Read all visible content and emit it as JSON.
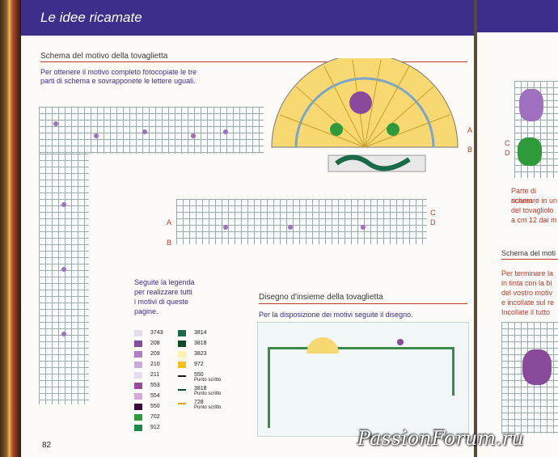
{
  "header": {
    "title": "Le idee ricamate"
  },
  "section1": {
    "title": "Schema del motivo della tovaglietta",
    "intro": [
      "Per ottenere il motivo completo fotocopiate le tre",
      "parti di schema e sovrapponete le lettere uguali."
    ]
  },
  "markers": [
    "A",
    "B",
    "C",
    "D"
  ],
  "legend": {
    "intro": [
      "Seguite la legenda",
      "per realizzare tutti",
      "i motivi di queste",
      "pagine."
    ],
    "left": [
      {
        "code": "3743",
        "color": "#e4dced"
      },
      {
        "code": "208",
        "color": "#8a4a9c"
      },
      {
        "code": "209",
        "color": "#b07cc6"
      },
      {
        "code": "210",
        "color": "#c9a9dc"
      },
      {
        "code": "211",
        "color": "#e6dcf0"
      },
      {
        "code": "553",
        "color": "#9a4a9a"
      },
      {
        "code": "554",
        "color": "#d3a9d9"
      },
      {
        "code": "550",
        "color": "#3a0a3a"
      },
      {
        "code": "702",
        "color": "#2e9a3a"
      },
      {
        "code": "912",
        "color": "#1a8a4a"
      }
    ],
    "right": [
      {
        "code": "3814",
        "color": "#1a6a4a",
        "type": "box"
      },
      {
        "code": "3818",
        "color": "#0f4a2a",
        "type": "box"
      },
      {
        "code": "3823",
        "color": "#fbf3b0",
        "type": "box"
      },
      {
        "code": "972",
        "color": "#f5c020",
        "type": "box"
      },
      {
        "code": "550",
        "color": "#1a1a1a",
        "type": "line",
        "note": "Punto scritto"
      },
      {
        "code": "3818",
        "color": "#0f4a2a",
        "type": "line",
        "note": "Punto scritto"
      },
      {
        "code": "728",
        "color": "#e0a020",
        "type": "line",
        "note": "Punto scritto"
      }
    ]
  },
  "section2": {
    "title": "Disegno d'insieme della tovaglietta",
    "text": "Per la disposizione dei motivi seguite il disegno."
  },
  "page_number": "82",
  "right_page": {
    "markers": [
      "C",
      "D"
    ],
    "text1": [
      "Parte di schem",
      "ricamare in un",
      "del tovagliolo",
      "a cm 12 dai m"
    ],
    "title": "Schema del moti",
    "text2": [
      "Per terminare la",
      "in tinta con la bi",
      "del vostro motiv",
      "e incollate sul re",
      "Incollate il tutto"
    ]
  },
  "watermark": "PassionForum.ru"
}
